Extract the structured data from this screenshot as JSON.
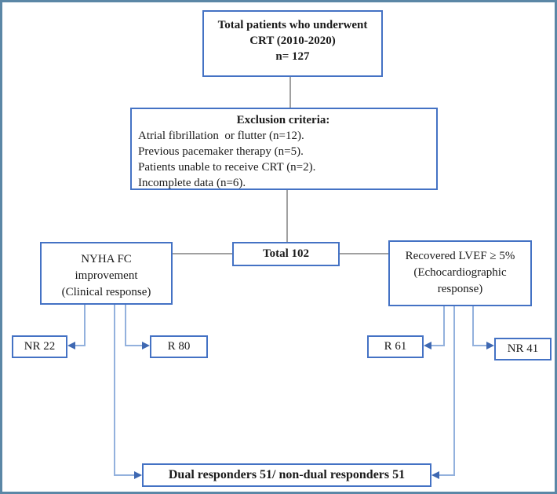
{
  "colors": {
    "frame": "#5b87a6",
    "box_border": "#4472c4",
    "connector_gray": "#a0a0a0",
    "connector_blue": "#93b1dd",
    "arrow_blue": "#3e68b2",
    "text": "#1a1a1a"
  },
  "nodes": {
    "total_patients": {
      "line1": "Total patients who underwent",
      "line2": "CRT (2010-2020)",
      "line3": "n= 127"
    },
    "exclusion": {
      "heading": "Exclusion criteria:",
      "items": [
        "Atrial fibrillation  or flutter (n=12).",
        "Previous pacemaker therapy (n=5).",
        "Patients unable to receive CRT (n=2).",
        "Incomplete data (n=6)."
      ]
    },
    "total": {
      "label": "Total 102"
    },
    "clinical_response": {
      "line1": "NYHA FC",
      "line2": "improvement",
      "line3": "(Clinical response)"
    },
    "echo_response": {
      "line1": "Recovered LVEF ≥ 5%",
      "line2": "(Echocardiographic",
      "line3": "response)"
    },
    "clinical_nonresponders": {
      "label": "NR 22"
    },
    "clinical_responders": {
      "label": "R 80"
    },
    "echo_responders": {
      "label": "R 61"
    },
    "echo_nonresponders": {
      "label": "NR 41"
    },
    "dual_responders": {
      "label": "Dual responders 51/ non-dual responders 51"
    }
  }
}
